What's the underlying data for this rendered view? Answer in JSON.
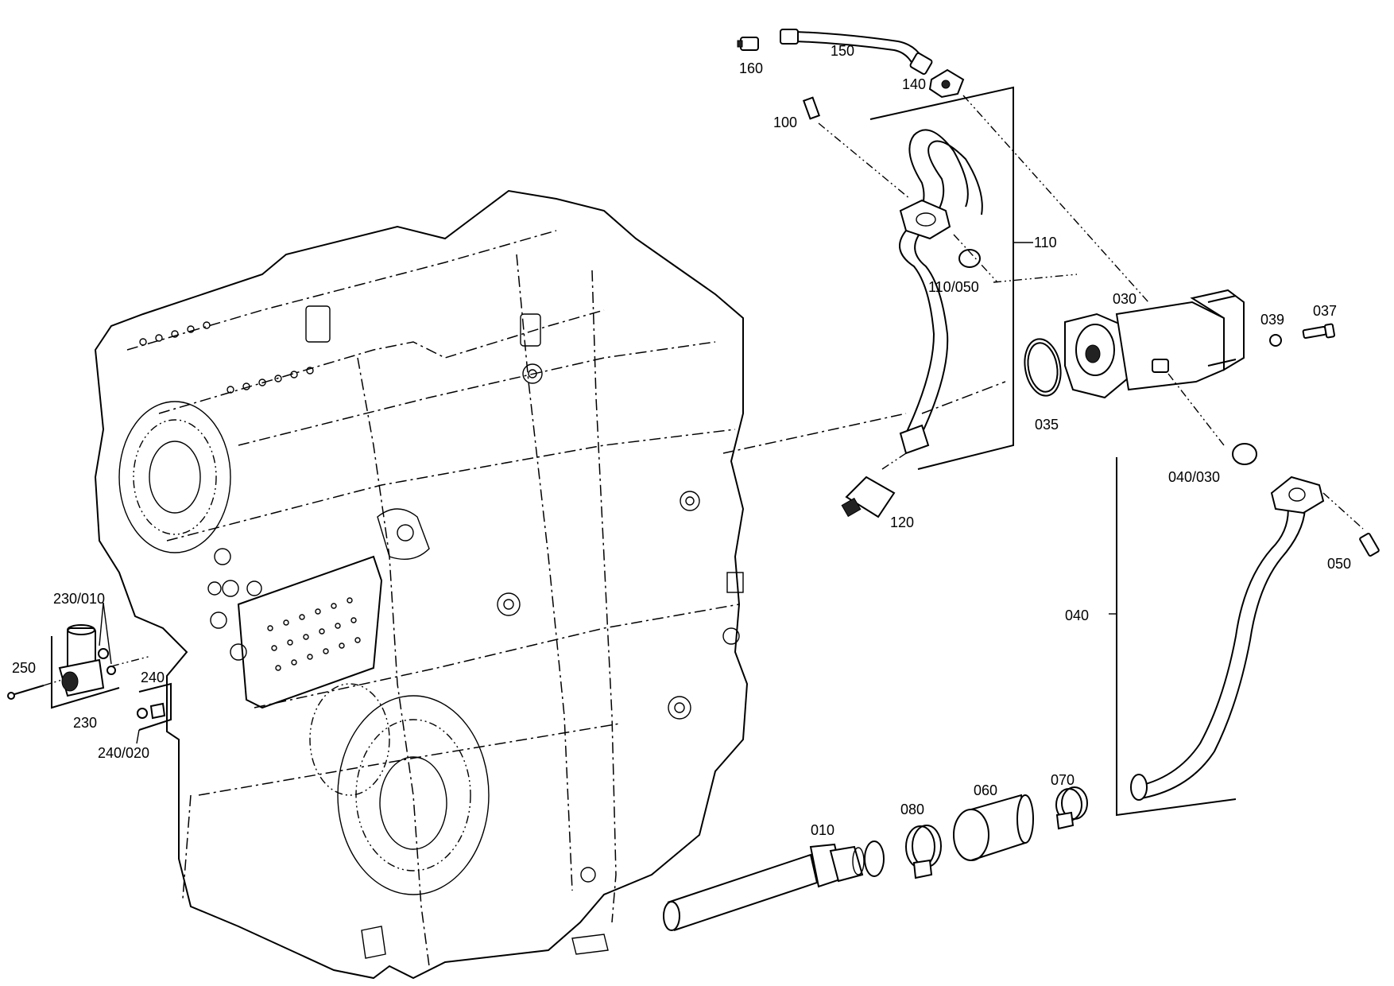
{
  "diagram": {
    "labels": {
      "l160": "160",
      "l150": "150",
      "l140": "140",
      "l100": "100",
      "l110": "110",
      "l110_050": "110/050",
      "l030": "030",
      "l039": "039",
      "l037": "037",
      "l035": "035",
      "l120": "120",
      "l040_030": "040/030",
      "l050": "050",
      "l040": "040",
      "l230_010": "230/010",
      "l250": "250",
      "l240": "240",
      "l230": "230",
      "l240_020": "240/020",
      "l010": "010",
      "l080": "080",
      "l060": "060",
      "l070": "070"
    }
  }
}
